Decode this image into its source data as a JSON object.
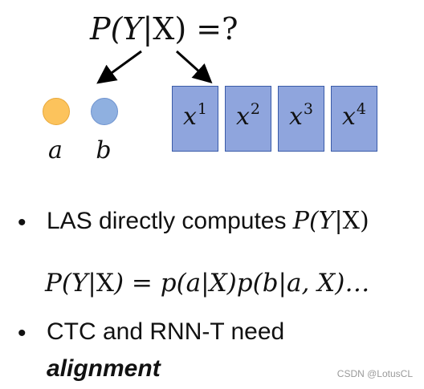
{
  "header": {
    "formula_prefix": "P(Y|",
    "formula_x": "X",
    "formula_suffix": ") =?"
  },
  "tokens": [
    {
      "label": "a",
      "color": "#fcc35c"
    },
    {
      "label": "b",
      "color": "#8fb0e0"
    }
  ],
  "frames": [
    {
      "base": "x",
      "sup": "1"
    },
    {
      "base": "x",
      "sup": "2"
    },
    {
      "base": "x",
      "sup": "3"
    },
    {
      "base": "x",
      "sup": "4"
    }
  ],
  "bullets": [
    {
      "marker": "•",
      "text": "LAS directly computes ",
      "formula_prefix": "P(Y|",
      "formula_x": "X",
      "formula_suffix": ")"
    },
    {
      "marker": "•",
      "line1": "CTC and RNN-T need",
      "line2": "alignment"
    }
  ],
  "formula2": {
    "left": "P(Y|",
    "x": "X",
    "right": ") = p(a|X)p(b|a, X)…"
  },
  "watermark": "CSDN @LotusCL",
  "colors": {
    "frame_fill": "#8fa5dd",
    "frame_border": "#3a5ba8",
    "arrow": "#000000"
  }
}
